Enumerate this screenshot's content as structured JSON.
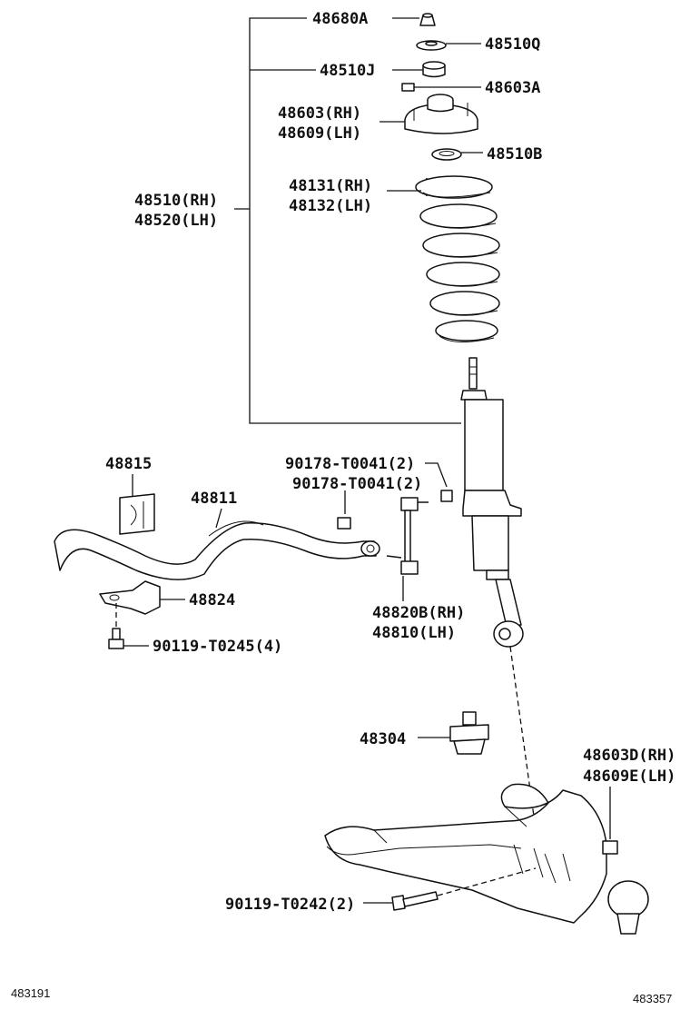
{
  "parts": {
    "p48680A": "48680A",
    "p48510Q": "48510Q",
    "p48510J": "48510J",
    "p48603A": "48603A",
    "p48603RH": "48603(RH)",
    "p48609LH": "48609(LH)",
    "p48510B": "48510B",
    "p48510RH": "48510(RH)",
    "p48520LH": "48520(LH)",
    "p48131RH": "48131(RH)",
    "p48132LH": "48132(LH)",
    "p48815": "48815",
    "p48811": "48811",
    "p90178a": "90178-T0041(2)",
    "p90178b": "90178-T0041(2)",
    "p48824": "48824",
    "p90119_0245": "90119-T0245(4)",
    "p48820B": "48820B(RH)",
    "p48810": "48810(LH)",
    "p48304": "48304",
    "p48603D": "48603D(RH)",
    "p48609E": "48609E(LH)",
    "p90119_0242": "90119-T0242(2)"
  },
  "footer": {
    "left_code": "483191",
    "right_code": "483357"
  }
}
